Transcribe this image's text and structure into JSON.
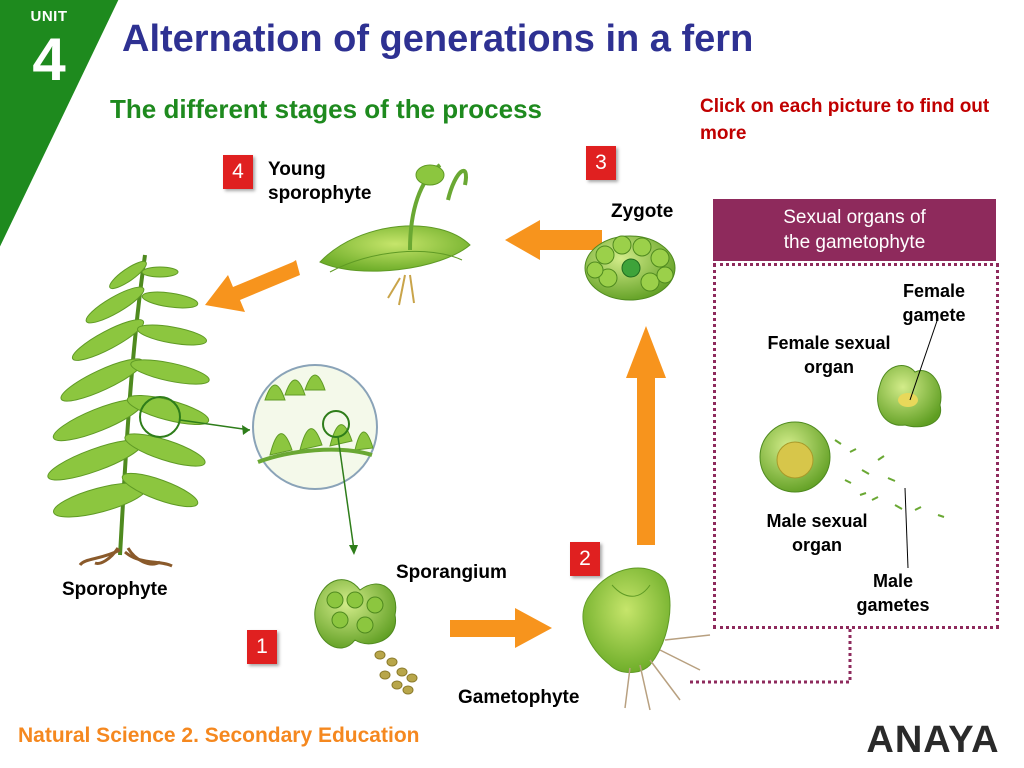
{
  "unit": {
    "label": "UNIT",
    "number": "4"
  },
  "header": {
    "title": "Alternation of generations in a fern",
    "subtitle": "The different stages of the process",
    "instruction": "Click on each picture to find out more"
  },
  "stages": {
    "young_sporophyte": {
      "badge": "4",
      "label_line1": "Young",
      "label_line2": "sporophyte"
    },
    "zygote": {
      "badge": "3",
      "label": "Zygote"
    },
    "gametophyte": {
      "badge": "2",
      "label": "Gametophyte"
    },
    "sporangium": {
      "badge": "1",
      "label": "Sporangium"
    },
    "sporophyte": {
      "label": "Sporophyte"
    }
  },
  "panel": {
    "title_line1": "Sexual organs of",
    "title_line2": "the gametophyte",
    "labels": {
      "female_gamete_1": "Female",
      "female_gamete_2": "gamete",
      "female_organ_1": "Female sexual",
      "female_organ_2": "organ",
      "male_organ_1": "Male sexual",
      "male_organ_2": "organ",
      "male_gametes_1": "Male",
      "male_gametes_2": "gametes"
    }
  },
  "footer": {
    "text": "Natural Science 2. Secondary Education"
  },
  "logo": {
    "text": "ANAYA"
  },
  "colors": {
    "unit_green": "#1e8a1e",
    "title_blue": "#2e3192",
    "subtitle_green": "#1e8a1e",
    "instruction_red": "#c00000",
    "badge_red": "#e02020",
    "arrow_orange": "#f7941d",
    "panel_purple": "#8e2a5c",
    "footer_orange": "#f5881f"
  }
}
